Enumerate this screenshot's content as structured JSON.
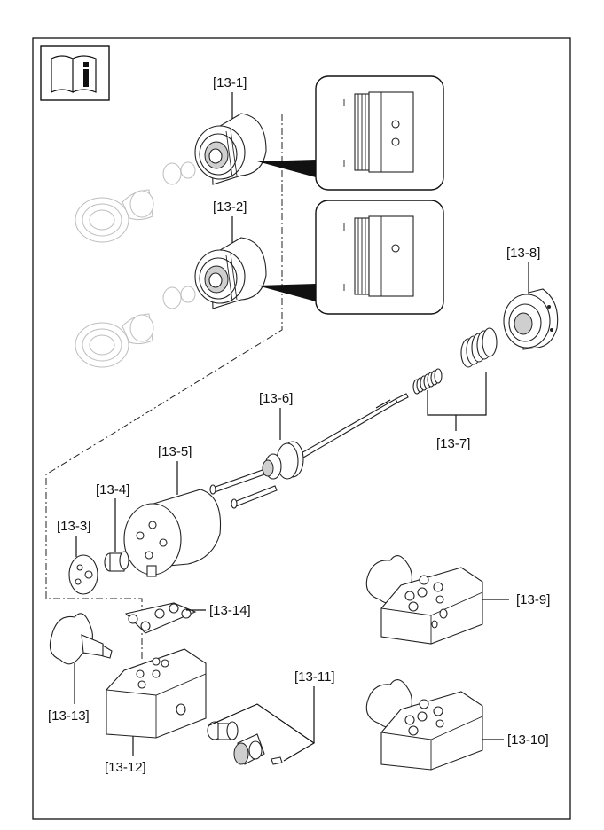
{
  "info_icon": "manual-info-icon",
  "labels": {
    "p13_1": "[13-1]",
    "p13_2": "[13-2]",
    "p13_3": "[13-3]",
    "p13_4": "[13-4]",
    "p13_5": "[13-5]",
    "p13_6": "[13-6]",
    "p13_7": "[13-7]",
    "p13_8": "[13-8]",
    "p13_9": "[13-9]",
    "p13_10": "[13-10]",
    "p13_11": "[13-11]",
    "p13_12": "[13-12]",
    "p13_13": "[13-13]",
    "p13_14": "[13-14]"
  }
}
